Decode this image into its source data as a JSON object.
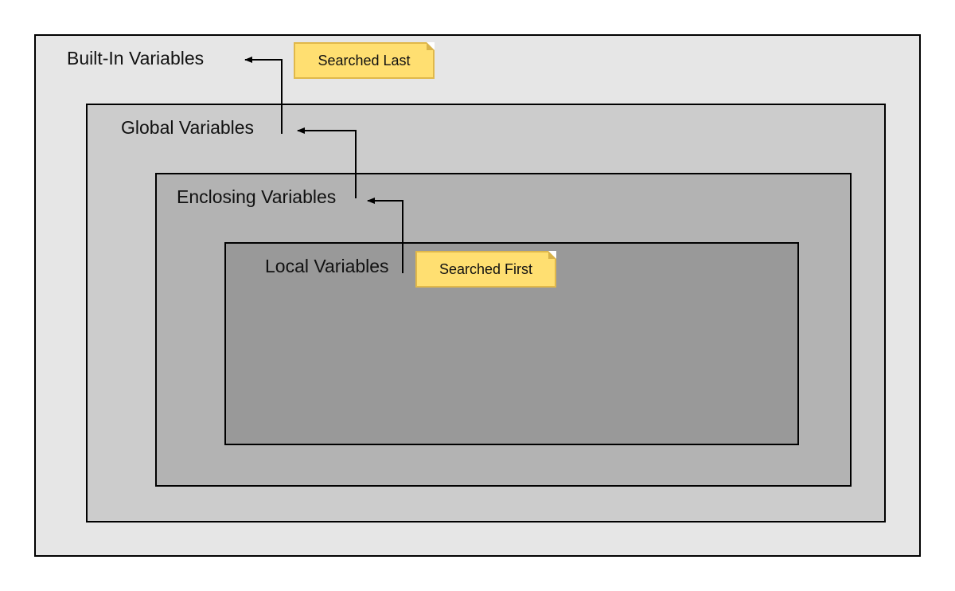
{
  "scopes": {
    "builtin": {
      "label": "Built-In Variables"
    },
    "global": {
      "label": "Global Variables"
    },
    "enclosing": {
      "label": "Enclosing Variables"
    },
    "local": {
      "label": "Local Variables"
    }
  },
  "notes": {
    "last": "Searched Last",
    "first": "Searched First"
  },
  "colors": {
    "builtin_fill": "#e6e6e6",
    "global_fill": "#cccccc",
    "enclosing_fill": "#b3b3b3",
    "local_fill": "#999999",
    "note_fill": "#ffdf71",
    "note_border": "#e0b84a",
    "arrow": "#000000"
  }
}
